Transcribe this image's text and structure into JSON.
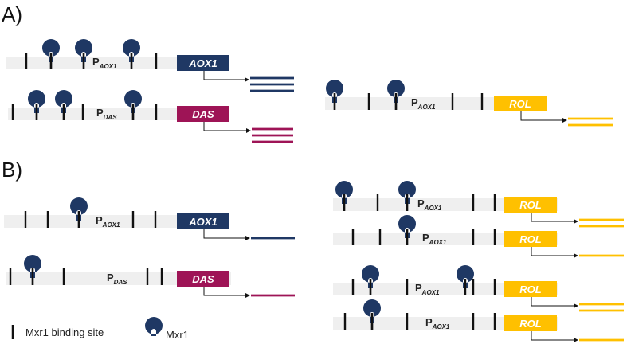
{
  "panels": {
    "a_label": "A)",
    "b_label": "B)"
  },
  "colors": {
    "navy": "#1f3864",
    "crimson": "#9e1456",
    "gold": "#ffc000",
    "backbone": "#efefef",
    "site": "#111111"
  },
  "constructs": [
    {
      "id": "a-aox1",
      "promoter": "AOX1",
      "gene": "AOX1",
      "transcripts": 3
    },
    {
      "id": "a-das",
      "promoter": "DAS",
      "gene": "DAS",
      "transcripts": 3
    },
    {
      "id": "a-rol",
      "promoter": "AOX1",
      "gene": "ROL",
      "transcripts": 2
    },
    {
      "id": "b-aox1",
      "promoter": "AOX1",
      "gene": "AOX1",
      "transcripts": 1
    },
    {
      "id": "b-das",
      "promoter": "DAS",
      "gene": "DAS",
      "transcripts": 1
    },
    {
      "id": "b-rol-1",
      "promoter": "AOX1",
      "gene": "ROL",
      "transcripts": 2
    },
    {
      "id": "b-rol-2",
      "promoter": "AOX1",
      "gene": "ROL",
      "transcripts": 1
    },
    {
      "id": "b-rol-3",
      "promoter": "AOX1",
      "gene": "ROL",
      "transcripts": 2
    },
    {
      "id": "b-rol-4",
      "promoter": "AOX1",
      "gene": "ROL",
      "transcripts": 1
    }
  ],
  "promoter_prefix": "P",
  "legend": {
    "site_label": "Mxr1 binding site",
    "factor_label": "Mxr1"
  }
}
